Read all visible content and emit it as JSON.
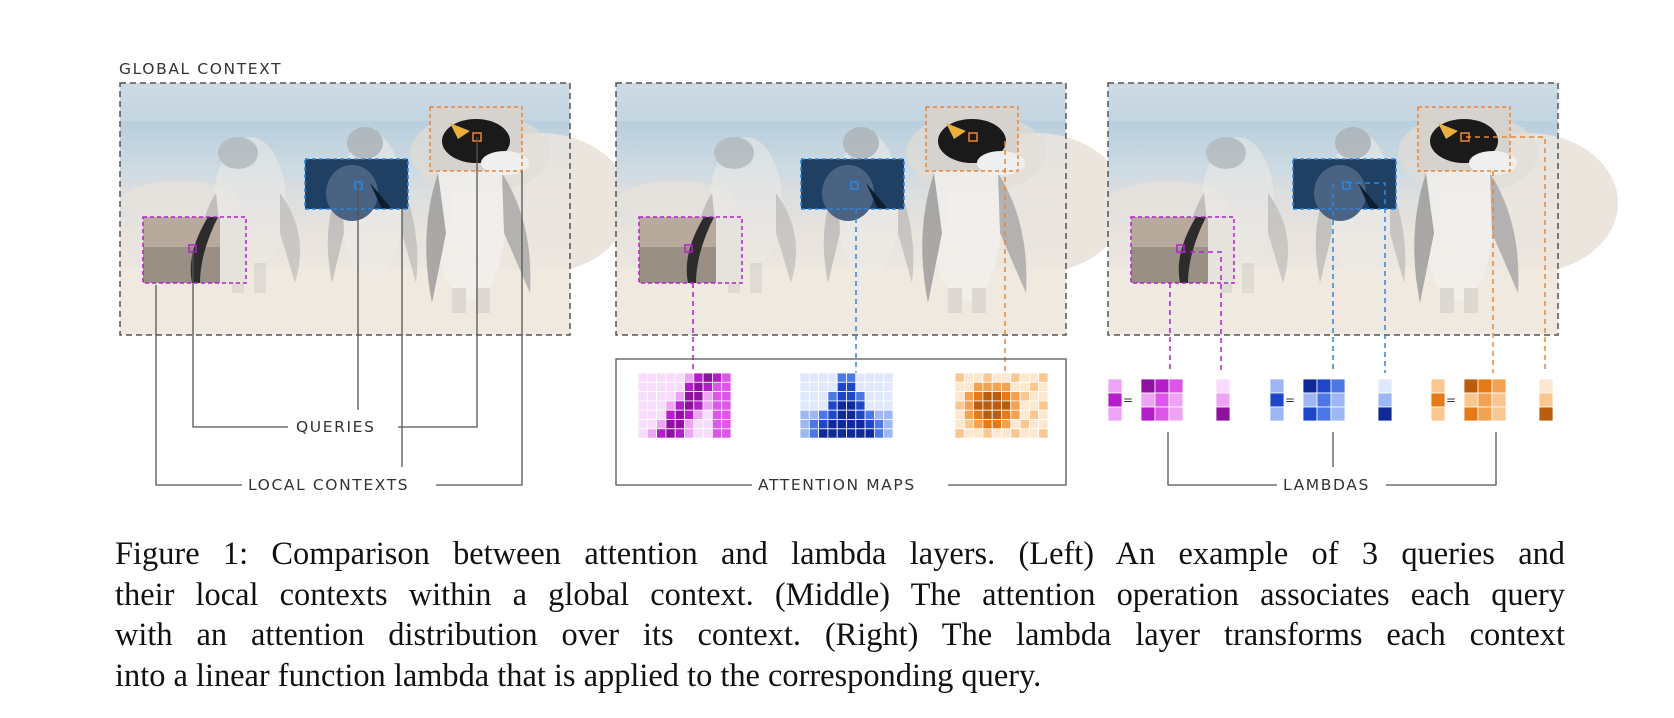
{
  "figure": {
    "labels": {
      "global_context": "GLOBAL CONTEXT",
      "queries": "QUERIES",
      "local_contexts": "LOCAL CONTEXTS",
      "attention_maps": "ATTENTION MAPS",
      "lambdas": "LAMBDAS",
      "equals": "="
    },
    "panels": [
      "left",
      "middle",
      "right"
    ],
    "queries": [
      {
        "name": "purple",
        "color": "#b61fd1"
      },
      {
        "name": "blue",
        "color": "#2b86e0"
      },
      {
        "name": "orange",
        "color": "#ee8532"
      }
    ],
    "colors": {
      "purple": [
        "#f7dcfb",
        "#eea3f5",
        "#dd55ea",
        "#b31ec9",
        "#8d139e"
      ],
      "blue": [
        "#dfe8fc",
        "#9db7f4",
        "#4c78e6",
        "#1e46c9",
        "#0f2a96"
      ],
      "orange": [
        "#fde7cf",
        "#f9c78f",
        "#f3a252",
        "#e57a17",
        "#b85e0e"
      ]
    }
  },
  "caption": {
    "lines": [
      "Figure 1: Comparison between attention and lambda layers.  (Left) An example of 3 queries and",
      "their local contexts within a global context. (Middle) The attention operation associates each query",
      "with an attention distribution over its context.  (Right) The lambda layer transforms each context",
      "into a linear function lambda that is applied to the corresponding query."
    ]
  }
}
